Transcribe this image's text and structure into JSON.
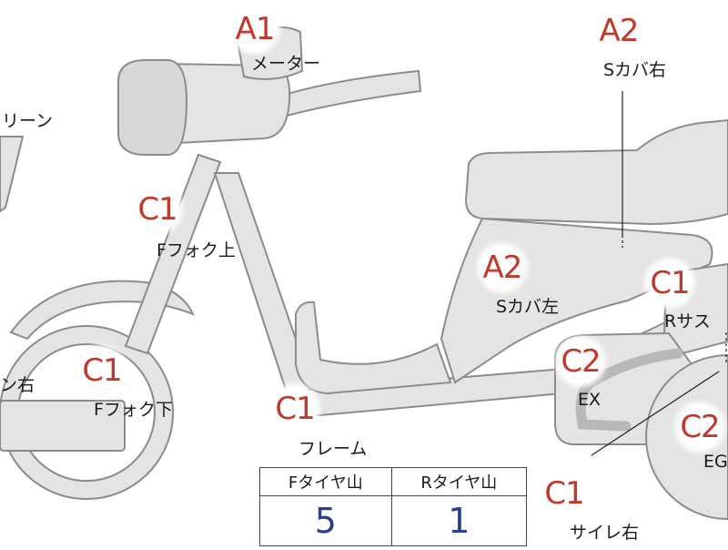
{
  "grades": {
    "meter": "A1",
    "s_cover_right": "A2",
    "s_cover_left": "A2",
    "f_fork_upper": "C1",
    "f_fork_lower": "C1",
    "frame": "C1",
    "r_suspension": "C1",
    "muffler_right": "C1",
    "ex": "C2",
    "eg": "C2"
  },
  "labels": {
    "meter": "メーター",
    "s_cover_right": "Sカバ右",
    "s_cover_left": "Sカバ左",
    "screen": "リーン",
    "f_fork_upper": "Fフォク上",
    "f_fork_lower": "Fフォク下",
    "legshield_right": "ン右",
    "frame": "フレーム",
    "r_suspension": "Rサス",
    "ex": "EX",
    "eg": "EG",
    "muffler_right": "サイレ右"
  },
  "tire_tread": {
    "headers": [
      "Fタイヤ山",
      "Rタイヤ山"
    ],
    "values": [
      "5",
      "1"
    ]
  },
  "colors": {
    "grade": "#c0392b",
    "tread_value": "#2a3f8f",
    "part_fill": "#e4e4e4",
    "part_outline": "#8c8c8c"
  }
}
